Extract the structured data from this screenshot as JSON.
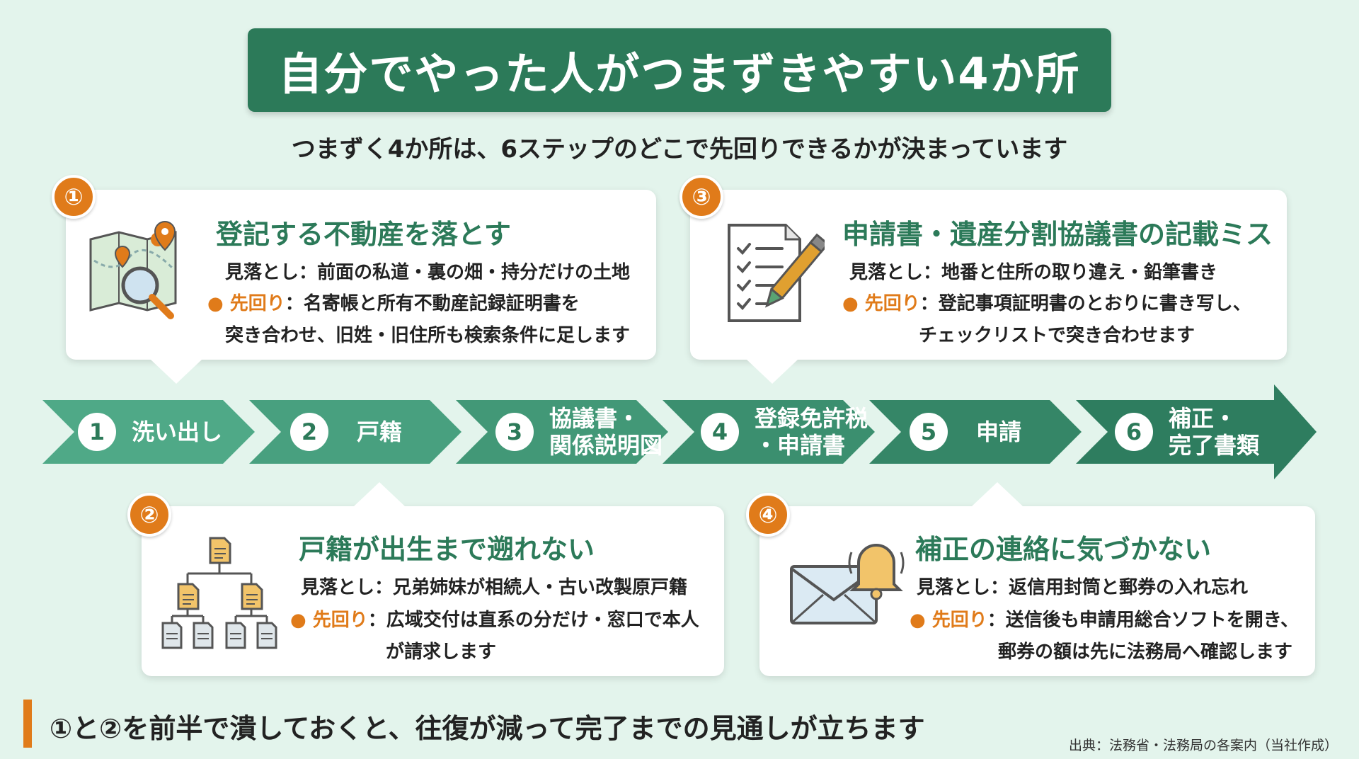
{
  "title": "自分でやった人がつまずきやすい4か所",
  "subtitle": "つまずく4か所は、6ステップのどこで先回りできるかが決まっています",
  "cards": [
    {
      "badge": "①",
      "icon": "map-search-icon",
      "title": "登記する不動産を落とす",
      "miss": "見落とし：前面の私道・裏の畑・持分だけの土地",
      "fix_label": "先回り",
      "fix_line1": "：名寄帳と所有不動産記録証明書を",
      "fix_line2": "突き合わせ、旧姓・旧住所も検索条件に足します"
    },
    {
      "badge": "②",
      "icon": "family-tree-icon",
      "title": "戸籍が出生まで遡れない",
      "miss": "見落とし：兄弟姉妹が相続人・古い改製原戸籍",
      "fix_label": "先回り",
      "fix_line1": "：広域交付は直系の分だけ・窓口で本人",
      "fix_line2": "が請求します"
    },
    {
      "badge": "③",
      "icon": "checklist-pen-icon",
      "title": "申請書・遺産分割協議書の記載ミス",
      "miss": "見落とし：地番と住所の取り違え・鉛筆書き",
      "fix_label": "先回り",
      "fix_line1": "：登記事項証明書のとおりに書き写し、",
      "fix_line2": "チェックリストで突き合わせます"
    },
    {
      "badge": "④",
      "icon": "mail-bell-icon",
      "title": "補正の連絡に気づかない",
      "miss": "見落とし：返信用封筒と郵券の入れ忘れ",
      "fix_label": "先回り",
      "fix_line1": "：送信後も申請用総合ソフトを開き、",
      "fix_line2": "郵券の額は先に法務局へ確認します"
    }
  ],
  "steps": [
    {
      "num": "1",
      "line1": "洗い出し",
      "line2": ""
    },
    {
      "num": "2",
      "line1": "戸籍",
      "line2": ""
    },
    {
      "num": "3",
      "line1": "協議書・",
      "line2": "関係説明図"
    },
    {
      "num": "4",
      "line1": "登録免許税",
      "line2": "・申請書"
    },
    {
      "num": "5",
      "line1": "申請",
      "line2": ""
    },
    {
      "num": "6",
      "line1": "補正・",
      "line2": "完了書類"
    }
  ],
  "step_colors": [
    "#4fa987",
    "#48a07f",
    "#429877",
    "#3b8f6f",
    "#358667",
    "#2e7d5f"
  ],
  "accent": "#e07b1a",
  "brand_green": "#2c7a59",
  "bottom_message": "①と②を前半で潰しておくと、往復が減って完了までの見通しが立ちます",
  "source": "出典：法務省・法務局の各案内（当社作成）"
}
